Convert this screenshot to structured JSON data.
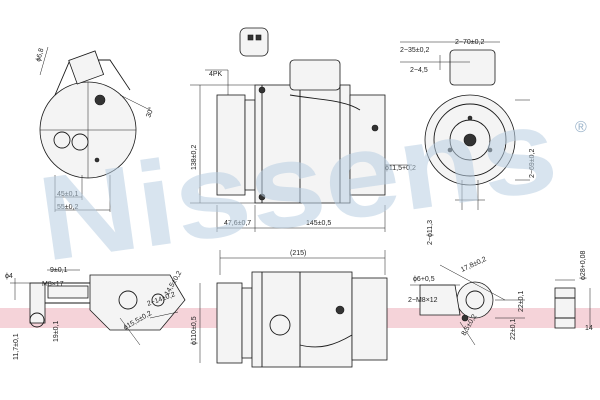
{
  "watermark": {
    "brand": "Nissens",
    "registered_mark": "®",
    "color": "#b9cfe2"
  },
  "band_color": "#f2c4cc",
  "labels": {
    "phi_6_8": "ϕ6,8",
    "deg_30": "30°",
    "len_45": "45±0,1",
    "len_55": "55±0,2",
    "pk4": "4PK",
    "h_138": "138±0,2",
    "w_47_6": "47,6±0,7",
    "w_145": "145±0,5",
    "len_2_35": "2−35±0,2",
    "len_2_70": "2−70±0,2",
    "len_2_4_5": "2−4,5",
    "phi_11_5": "ϕ11,5+0,2",
    "phi_11_3": "2−ϕ11,3",
    "r_69": "2−69±0,2",
    "d_215": "(215)",
    "phi_110": "ϕ110±0,5",
    "phi_4": "ϕ4",
    "m8_17": "M8×17",
    "s_9": "9±0,1",
    "h_19": "19±0,1",
    "h_11_7": "11,7±0,1",
    "len_2_14": "2−14±0,2",
    "len_14_5": "14,5±0,2",
    "phi_15_5": "ϕ15,5±0,2",
    "phi_6": "ϕ6+0,5",
    "len_17_8": "17,8±0,2",
    "m8_12": "2−M8×12",
    "len_8_5": "8,5±0,2",
    "len_22_a": "22±0,1",
    "len_22_b": "22±0,1",
    "phi_28": "ϕ28+0,08",
    "len_14": "14"
  }
}
